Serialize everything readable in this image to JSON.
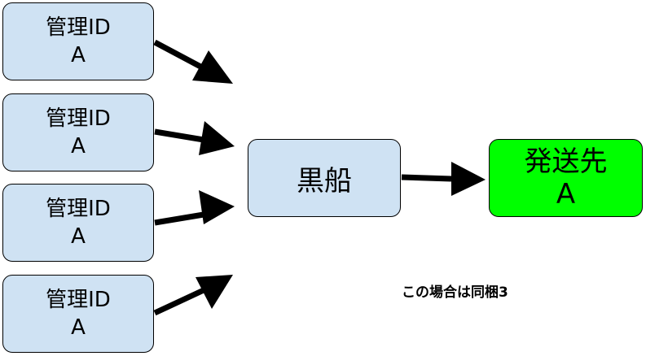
{
  "source_boxes": [
    {
      "title": "管理ID",
      "value": "A"
    },
    {
      "title": "管理ID",
      "value": "A"
    },
    {
      "title": "管理ID",
      "value": "A"
    },
    {
      "title": "管理ID",
      "value": "A"
    }
  ],
  "hub": {
    "label": "黒船"
  },
  "destination": {
    "title": "発送先",
    "value": "A"
  },
  "note": "この場合は同梱3",
  "colors": {
    "source_fill": "#cfe2f3",
    "hub_fill": "#cfe2f3",
    "destination_fill": "#00ff00",
    "stroke": "#000000"
  }
}
